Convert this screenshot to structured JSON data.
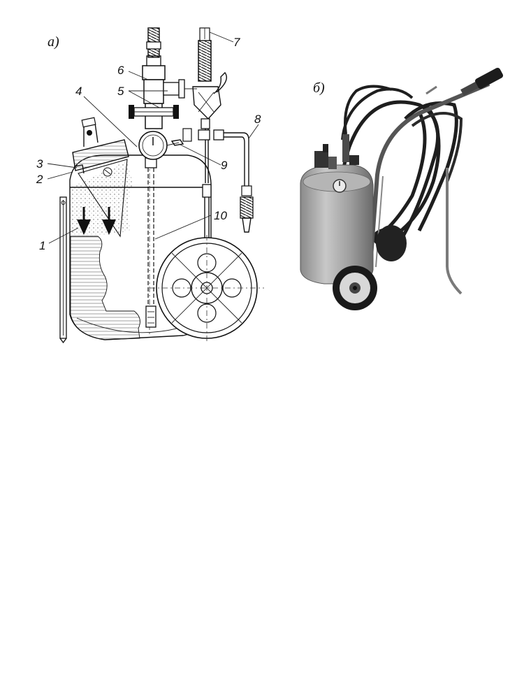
{
  "panels": {
    "a": {
      "label": "а)"
    },
    "b": {
      "label": "б)"
    }
  },
  "callouts": [
    "1",
    "2",
    "3",
    "4",
    "5",
    "6",
    "7",
    "8",
    "9",
    "10"
  ],
  "colors": {
    "line": "#111111",
    "photo_tank": "#a7a7a7",
    "photo_hose": "#1e1e1e",
    "liquid_hatch": "#777777"
  }
}
